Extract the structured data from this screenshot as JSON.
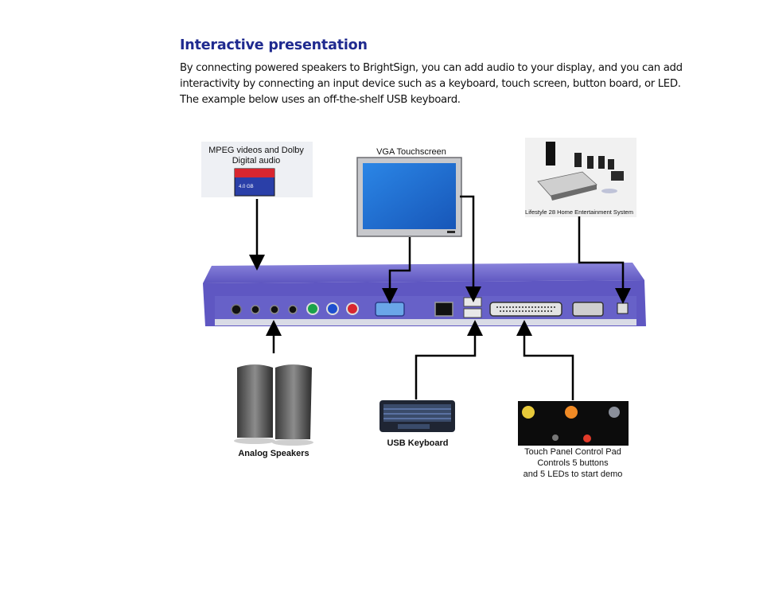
{
  "page": {
    "title": "Interactive presentation",
    "body": "By connecting powered speakers to BrightSign, you can add audio to your display, and you can add interactivity by connecting an input device such as a keyboard, touch screen, button board, or LED. The example below uses an off-the-shelf USB keyboard."
  },
  "diagram": {
    "mpeg_label_line1": "MPEG videos and Dolby",
    "mpeg_label_line2": "Digital audio",
    "cf_card_text": "4.0 GB",
    "vga_label": "VGA Touchscreen",
    "lifestyle_label": "Lifestyle 28 Home Entertainment System",
    "speakers_label": "Analog  Speakers",
    "keyboard_label": "USB Keyboard",
    "touch_label_line1": "Touch Panel Control Pad",
    "touch_label_line2": "Controls 5 buttons",
    "touch_label_line3": "and 5 LEDs to start demo",
    "colors": {
      "device_body": "#6b63c9",
      "device_panel": "#d9dbe6",
      "title_blue": "#1f2a8f",
      "screen_blue": "#1f6fd6"
    }
  }
}
